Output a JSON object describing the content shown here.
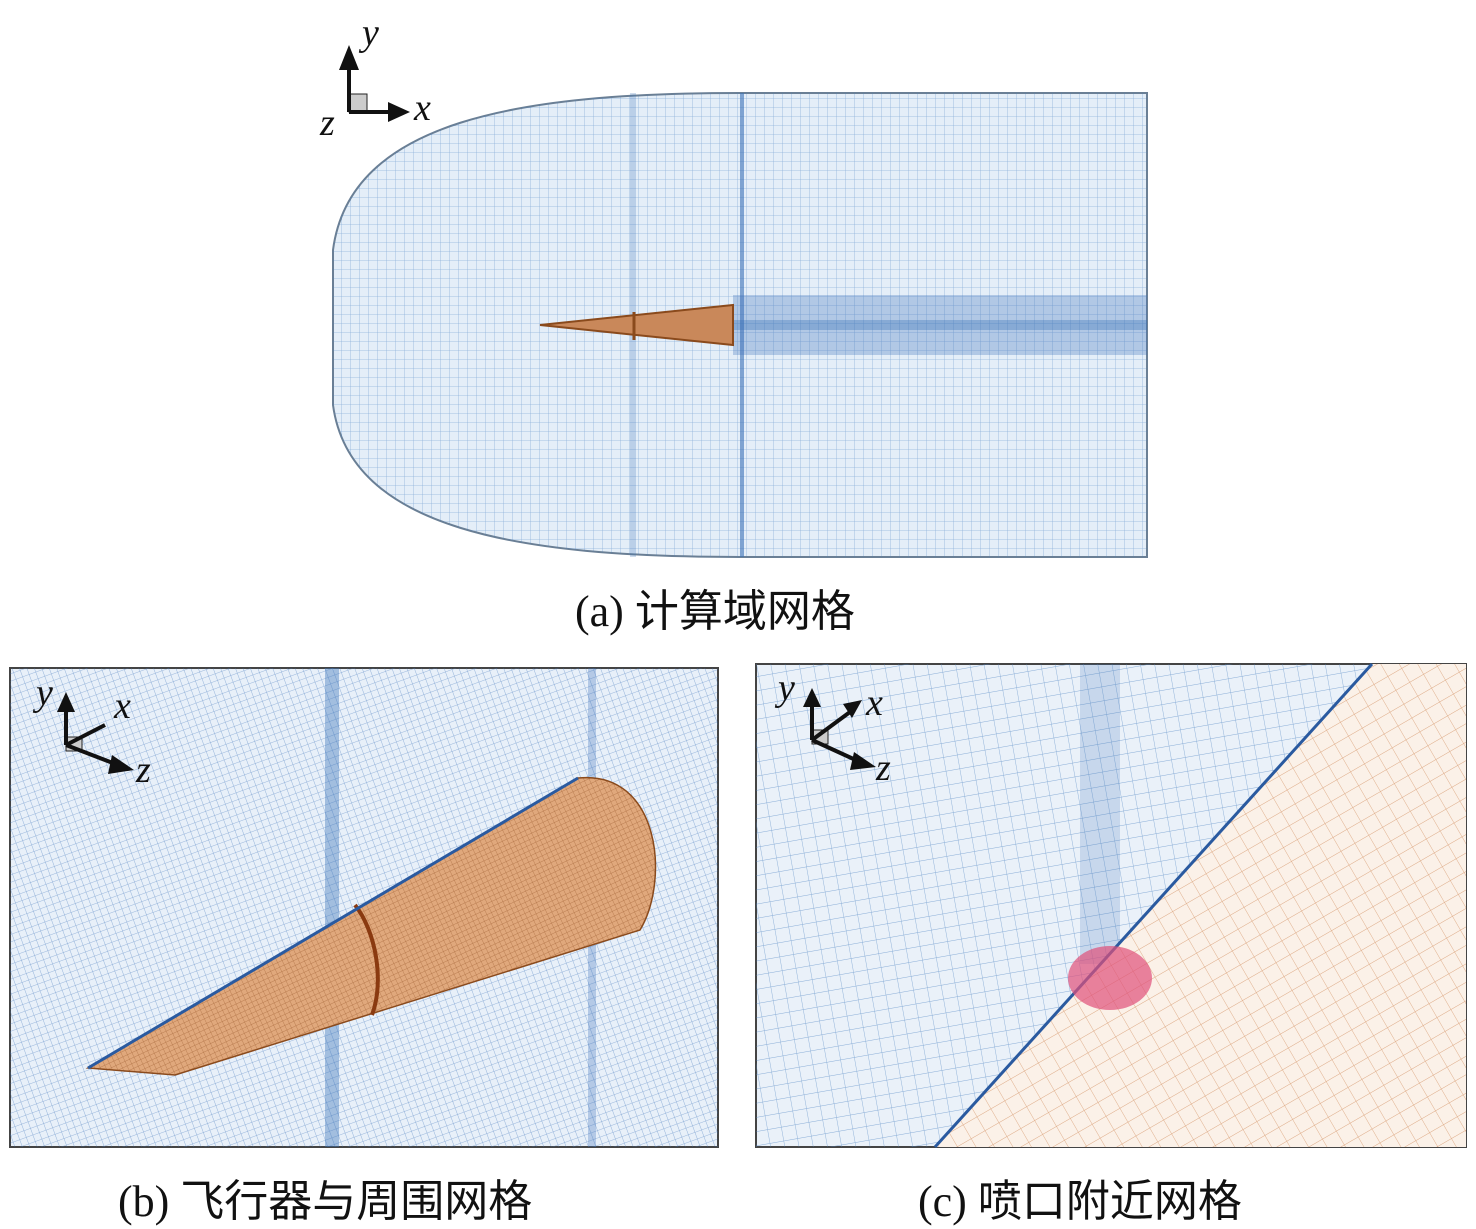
{
  "panels": [
    {
      "id": "a",
      "caption": "(a) 计算域网格",
      "axes": {
        "x": "x",
        "y": "y",
        "z": "z"
      }
    },
    {
      "id": "b",
      "caption": "(b) 飞行器与周围网格",
      "axes": {
        "x": "x",
        "y": "y",
        "z": "z"
      }
    },
    {
      "id": "c",
      "caption": "(c) 喷口附近网格",
      "axes": {
        "x": "x",
        "y": "y",
        "z": "z"
      }
    }
  ],
  "colors": {
    "mesh_blue": "#3a72b8",
    "mesh_orange": "#c0743a",
    "nozzle_pink": "#e0507a"
  }
}
